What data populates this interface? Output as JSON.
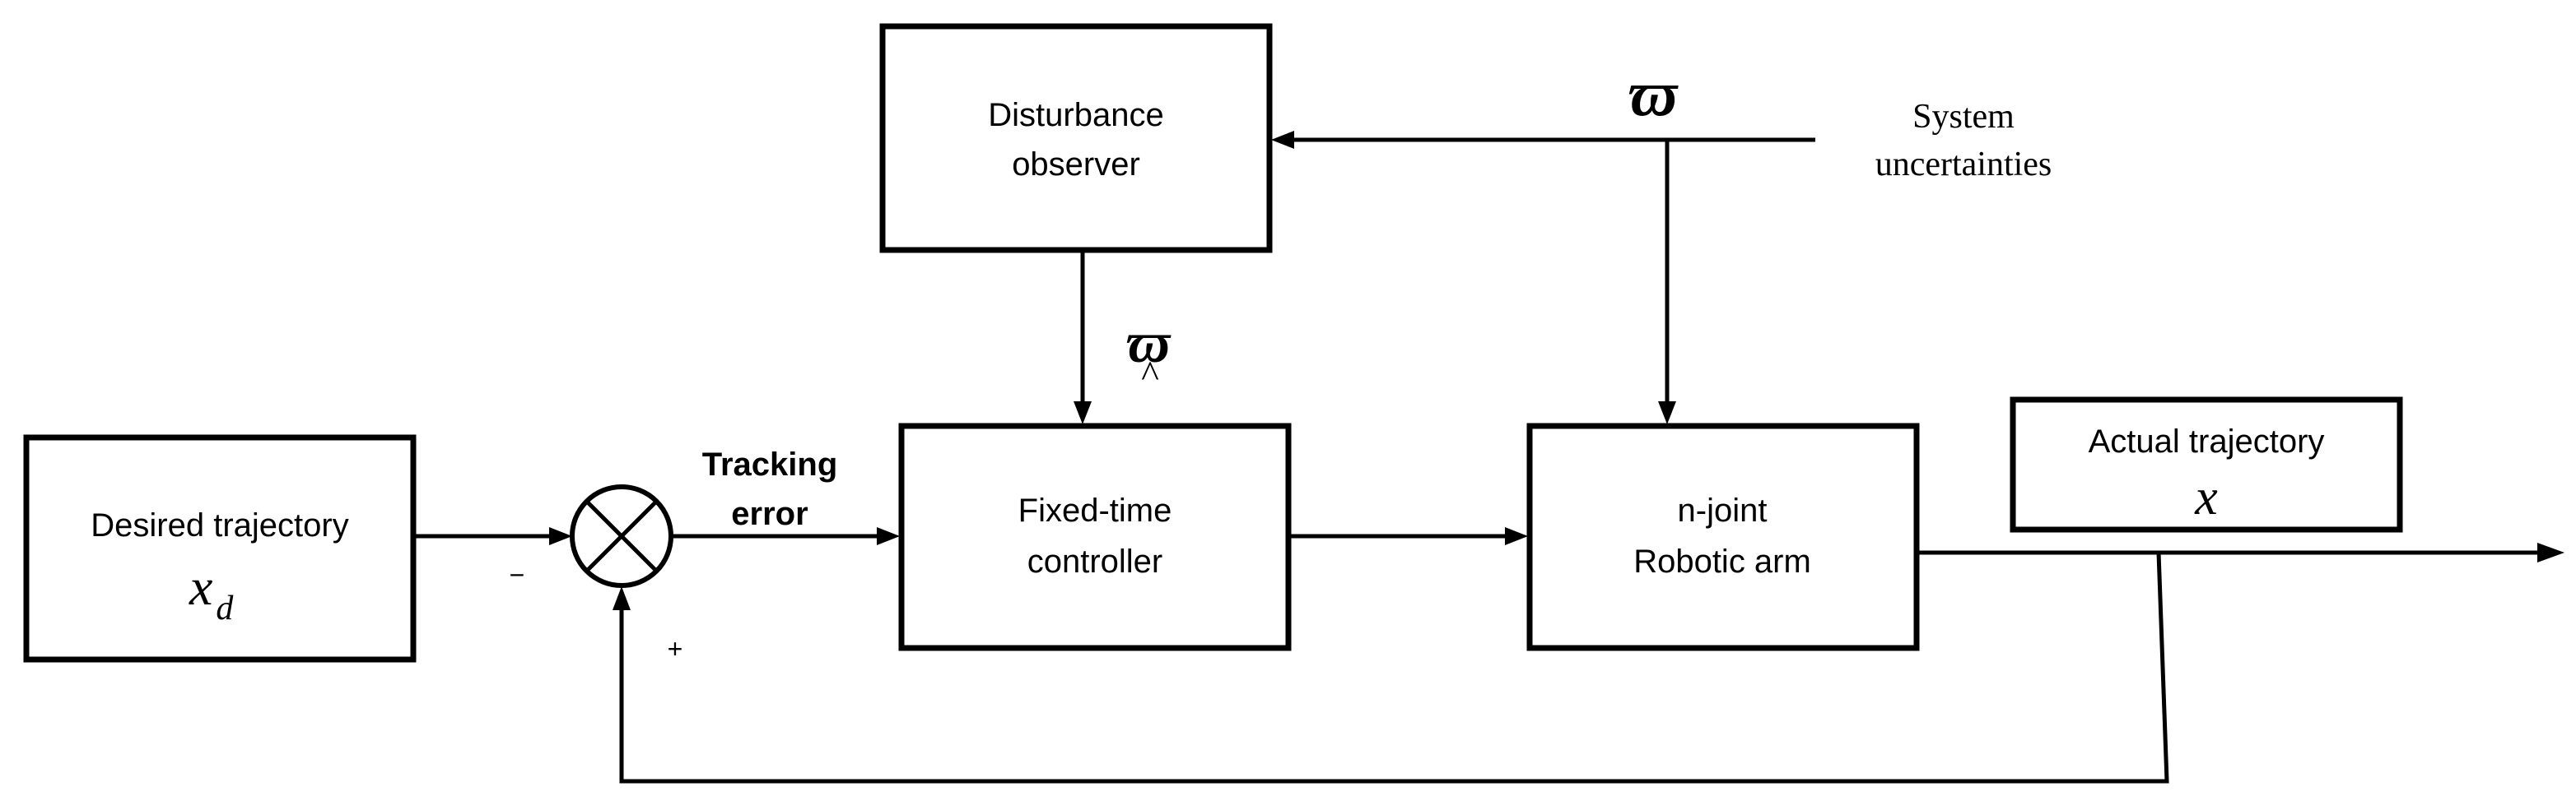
{
  "blocks": {
    "desired_trajectory": {
      "label": "Desired trajectory",
      "symbol": "x",
      "symbol_subscript": "d"
    },
    "disturbance_observer": {
      "line1": "Disturbance",
      "line2": "observer"
    },
    "fixed_time_controller": {
      "line1": "Fixed-time",
      "line2": "controller"
    },
    "robotic_arm": {
      "line1": "n-joint",
      "line2": "Robotic arm"
    },
    "actual_trajectory": {
      "label": "Actual trajectory",
      "symbol": "x"
    }
  },
  "signals": {
    "tracking_error_line1": "Tracking",
    "tracking_error_line2": "error",
    "disturbance_symbol": "ϖ",
    "disturbance_estimate_symbol": "ϖ",
    "estimate_hat": "^",
    "system_uncertainties_line1": "System",
    "system_uncertainties_line2": "uncertainties",
    "minus_sign": "−",
    "plus_sign": "+"
  }
}
